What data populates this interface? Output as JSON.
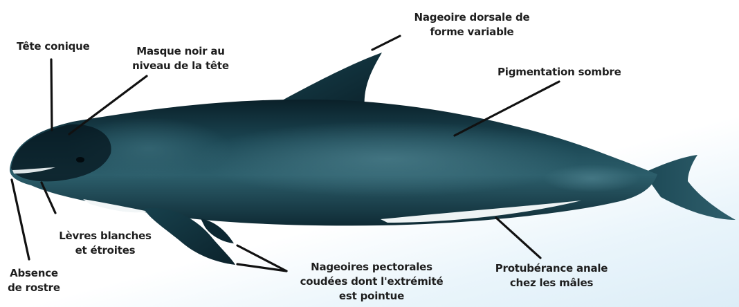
{
  "labels": {
    "tete_conique": [
      "Tête conique"
    ],
    "masque": [
      "Masque noir au",
      "niveau de la tête"
    ],
    "dorsale": [
      "Nageoire dorsale de",
      "forme variable"
    ],
    "pigmentation": [
      "Pigmentation sombre"
    ],
    "levres": [
      "Lèvres blanches",
      "et étroites"
    ],
    "rostre": [
      "Absence",
      "de rostre"
    ],
    "pectorales": [
      "Nageoires pectorales",
      "coudées dont l'extrémité",
      "est pointue"
    ],
    "anale": [
      "Protubérance anale",
      "chez les mâles"
    ]
  },
  "colors": {
    "body_dark": "#0c2530",
    "body_mid": "#1d4a57",
    "body_highlight": "#3f7280",
    "belly_white": "#f4f7f7",
    "leader_line": "#111111",
    "text": "#1e1e1e"
  }
}
